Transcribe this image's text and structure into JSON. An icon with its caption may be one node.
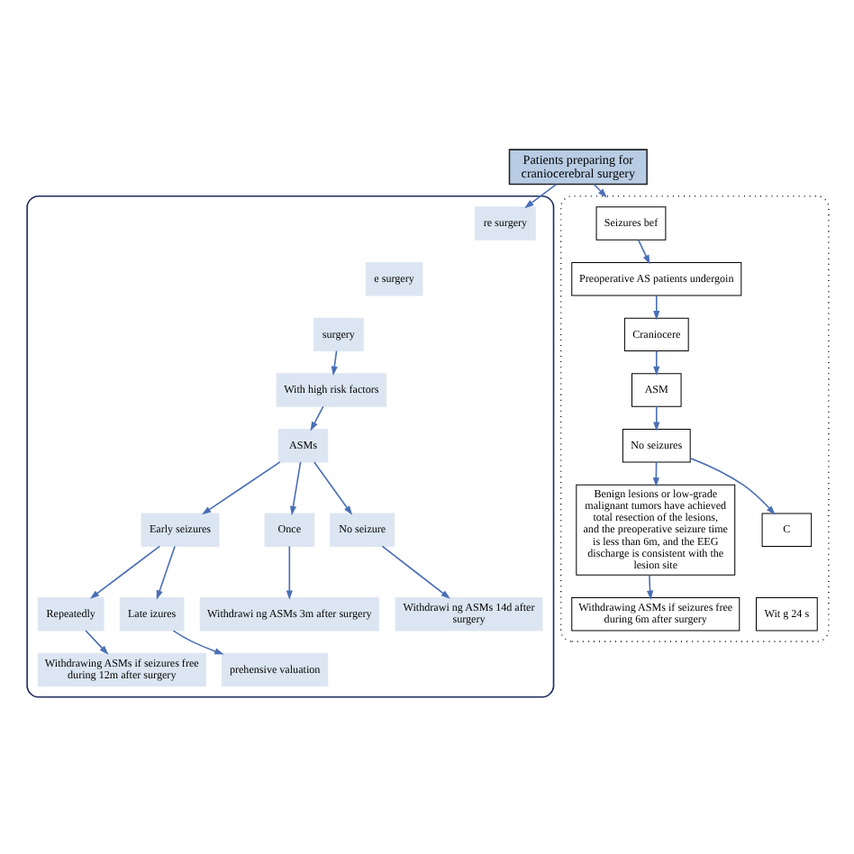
{
  "diagram": {
    "nodes": [
      {
        "text": [
          "Patients preparing for craniocerebral surgery"
        ]
      },
      {
        "text": [],
        "shape": "box"
      },
      {
        "text": [
          "re surgery"
        ],
        "in": 1
      },
      {
        "text": [
          "e surgery"
        ],
        "in": 1
      },
      {
        "text": [
          "surgery"
        ],
        "in": 1
      },
      {
        "text": [
          "With high risk factors"
        ],
        "in": 1
      },
      {
        "text": [
          "ASMs"
        ],
        "in": 1
      },
      {
        "text": [
          "Early seizures"
        ],
        "in": 1
      },
      {
        "text": [
          "No seizure"
        ],
        "in": 1
      },
      {
        "text": [
          "Repeatedly"
        ],
        "in": 1
      },
      {
        "text": [
          "Once"
        ],
        "in": 1
      },
      {
        "text": [
          "Withdrawi ng ASMs 14d after surgery"
        ],
        "in": 1
      },
      {
        "text": [
          "Late izures"
        ],
        "in": 1
      },
      {
        "text": [
          "Withdrawing ASMs if seizures free during 12m after surgery"
        ],
        "in": 1
      },
      {
        "text": [
          "Withdrawi ng ASMs 3m after surgery"
        ],
        "in": 1
      },
      {
        "text": [
          "prehensive valuation"
        ],
        "in": 1
      },
      {
        "text": [],
        "shape": "box"
      },
      {
        "text": [
          "Seizures bef"
        ],
        "in": 16
      },
      {
        "text": [
          "Preoperative AS patients undergoin"
        ],
        "in": 16
      },
      {
        "text": [
          "Craniocere"
        ],
        "in": 16
      },
      {
        "text": [
          "ASM"
        ],
        "in": 16
      },
      {
        "text": [
          "No seizures"
        ],
        "in": 16
      },
      {
        "text": [
          "Benign lesions or low-grade malignant tumors have achieved total resection of the lesions, and the preoperative seizure time is less than 6m, and the EEG discharge is consistent with the lesion site"
        ],
        "in": 16
      },
      {
        "text": [
          "C"
        ],
        "in": 16
      },
      {
        "text": [
          "Withdrawing ASMs if seizures free during 6m after surgery"
        ],
        "in": 16
      },
      {
        "text": [
          "Wit g 24 s"
        ],
        "in": 16
      }
    ],
    "edges": [
      {
        "from": 0,
        "to": 2,
        "arrow": "to"
      },
      {
        "from": 0,
        "to": 16,
        "arrow": "to"
      },
      {
        "from": 4,
        "to": 5,
        "arrow": "to"
      },
      {
        "from": 5,
        "to": 6,
        "arrow": "to"
      },
      {
        "from": 6,
        "to": 7,
        "arrow": "to"
      },
      {
        "from": 6,
        "to": 10,
        "arrow": "to"
      },
      {
        "from": 6,
        "to": 8,
        "arrow": "to"
      },
      {
        "from": 7,
        "to": 9,
        "arrow": "to"
      },
      {
        "from": 7,
        "to": 12,
        "arrow": "to"
      },
      {
        "from": 9,
        "to": 13,
        "arrow": "to"
      },
      {
        "from": 10,
        "to": 14,
        "arrow": "to"
      },
      {
        "from": 8,
        "to": 11,
        "arrow": "to"
      },
      {
        "from": 12,
        "to": 15,
        "arrow": "to"
      },
      {
        "from": 17,
        "to": 18,
        "arrow": "to"
      },
      {
        "from": 18,
        "to": 19,
        "arrow": "to"
      },
      {
        "from": 19,
        "to": 20,
        "arrow": "to"
      },
      {
        "from": 20,
        "to": 21,
        "arrow": "to"
      },
      {
        "from": 21,
        "to": 22,
        "arrow": "to"
      },
      {
        "from": 21,
        "to": 23,
        "arrow": "to"
      },
      {
        "from": 22,
        "to": 24,
        "arrow": "to"
      }
    ]
  }
}
